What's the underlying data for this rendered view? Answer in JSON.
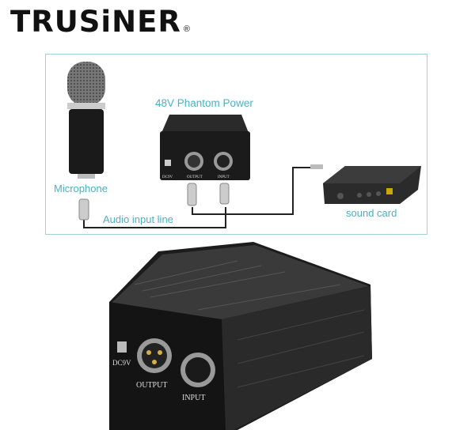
{
  "brand": {
    "name": "TRUSiNER",
    "registered_mark": "®"
  },
  "diagram": {
    "title": "48V Phantom Power",
    "labels": {
      "microphone": "Microphone",
      "audio_line": "Audio input line",
      "sound_card": "sound card"
    },
    "port_labels": {
      "dc": "DC9V",
      "output": "OUTPUT",
      "input": "INPUT"
    },
    "accent_color": "#4bb2c3"
  },
  "product": {
    "port_labels": {
      "dc": "DC9V",
      "output": "OUTPUT",
      "input": "INPUT"
    }
  }
}
